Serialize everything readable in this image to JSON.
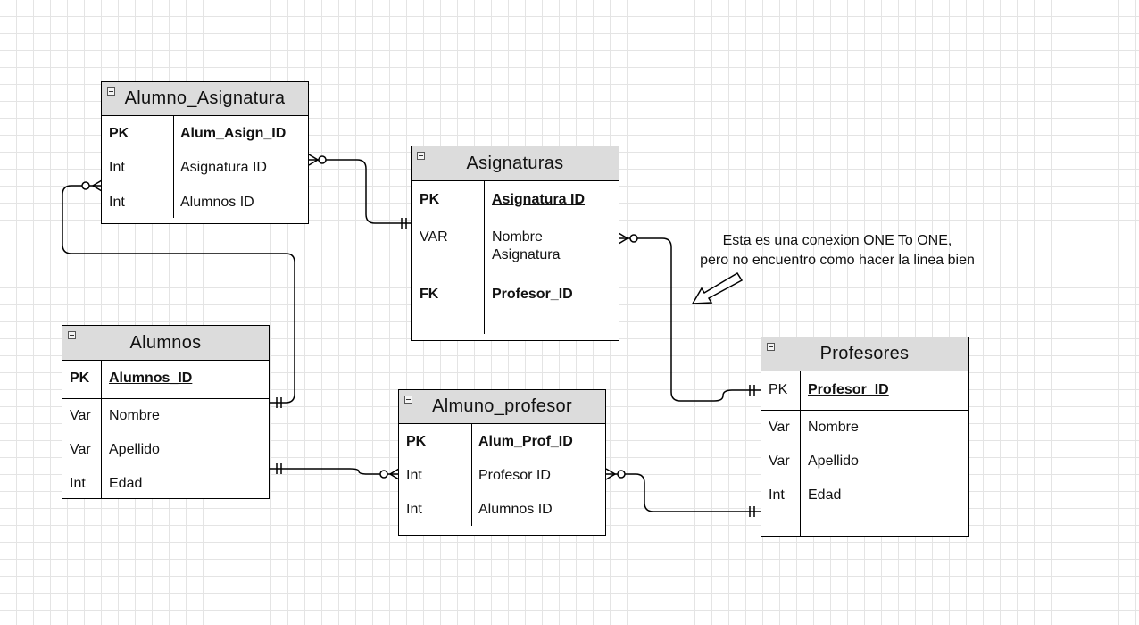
{
  "entities": {
    "alumno_asignatura": {
      "title": "Alumno_Asignatura",
      "rows": [
        {
          "key": "PK",
          "name": "Alum_Asign_ID"
        },
        {
          "key": "Int",
          "name": "Asignatura ID"
        },
        {
          "key": "Int",
          "name": "Alumnos ID"
        }
      ]
    },
    "asignaturas": {
      "title": "Asignaturas",
      "rows": [
        {
          "key": "PK",
          "name": "Asignatura ID"
        },
        {
          "key": "VAR",
          "name": "Nombre Asignatura"
        },
        {
          "key": "FK",
          "name": "Profesor_ID"
        }
      ]
    },
    "alumnos": {
      "title": "Alumnos",
      "rows": [
        {
          "key": "PK",
          "name": "Alumnos_ID"
        },
        {
          "key": "Var",
          "name": "Nombre"
        },
        {
          "key": "Var",
          "name": "Apellido"
        },
        {
          "key": "Int",
          "name": "Edad"
        }
      ]
    },
    "almuno_profesor": {
      "title": "Almuno_profesor",
      "rows": [
        {
          "key": "PK",
          "name": "Alum_Prof_ID"
        },
        {
          "key": "Int",
          "name": "Profesor ID"
        },
        {
          "key": "Int",
          "name": "Alumnos ID"
        }
      ]
    },
    "profesores": {
      "title": "Profesores",
      "rows": [
        {
          "key": "PK",
          "name": "Profesor_ID"
        },
        {
          "key": "Var",
          "name": "Nombre"
        },
        {
          "key": "Var",
          "name": "Apellido"
        },
        {
          "key": "Int",
          "name": "Edad"
        }
      ]
    }
  },
  "note": {
    "line1": "Esta es una conexion ONE To ONE,",
    "line2": "pero no encuentro como hacer la linea bien"
  },
  "relationships": [
    {
      "from": "Alumno_Asignatura.Asignatura ID",
      "from_end": "zero-or-many",
      "to": "Asignaturas.Asignatura ID",
      "to_end": "one-and-only-one"
    },
    {
      "from": "Alumno_Asignatura.Alumnos ID",
      "from_end": "zero-or-many",
      "to": "Alumnos.Alumnos_ID",
      "to_end": "one-and-only-one"
    },
    {
      "from": "Asignaturas.Nombre Asignatura",
      "from_end": "zero-or-many",
      "to": "Profesores.Profesor_ID",
      "to_end": "one-and-only-one"
    },
    {
      "from": "Alumnos.Edad",
      "from_end": "one-and-only-one",
      "to": "Almuno_profesor.Profesor ID",
      "to_end": "zero-or-many"
    },
    {
      "from": "Almuno_profesor.Profesor ID",
      "from_end": "zero-or-many",
      "to": "Profesores.Edad",
      "to_end": "one-and-only-one"
    }
  ]
}
